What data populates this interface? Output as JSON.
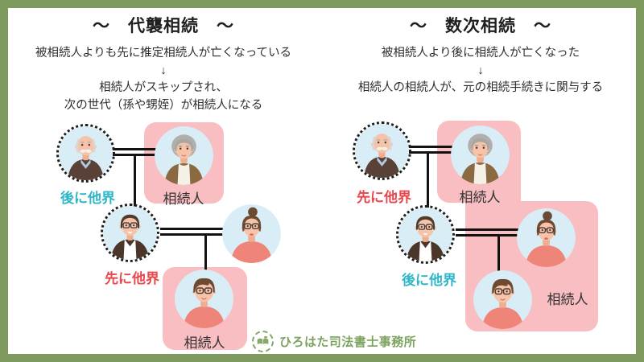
{
  "panel_left": {
    "title": "〜　代襲相続　〜",
    "line1": "被相続人よりも先に推定相続人が亡くなっている",
    "arrow": "↓",
    "line2": "相続人がスキップされ、",
    "line3": "次の世代（孫や甥姪）が相続人になる"
  },
  "panel_right": {
    "title": "〜　数次相続　〜",
    "line1": "被相続人より後に相続人が亡くなった",
    "arrow": "↓",
    "line2": "相続人の相続人が、元の相続手続きに関与する"
  },
  "tree_left": {
    "grandfather_status": "後に他界",
    "grandmother_label": "相続人",
    "father_status": "先に他界",
    "son_label": "相続人"
  },
  "tree_right": {
    "grandfather_status": "先に他界",
    "grandmother_label": "相続人",
    "father_status": "後に他界",
    "family_label": "相続人"
  },
  "footer": {
    "brand": "ひろはた司法書士事務所"
  },
  "colors": {
    "frame_green": "#7e9a5f",
    "highlight_pink": "#f9bec2",
    "deceased_later_teal": "#2fb6c7",
    "deceased_first_red": "#e8474d",
    "brand_green": "#7ba25e",
    "avatar_bg_blue": "#d9edf6",
    "line_black": "#121212"
  }
}
